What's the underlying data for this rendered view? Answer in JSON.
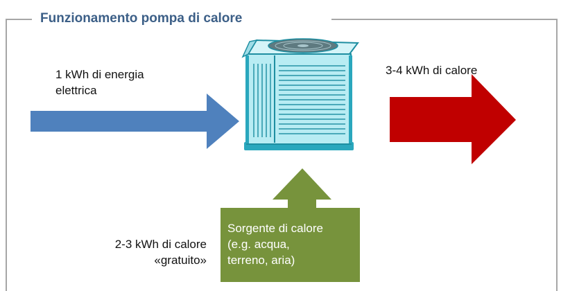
{
  "title": "Funzionamento pompa di calore",
  "input_label": "1 kWh di energia elettrica",
  "input_label_line1": "1 kWh di energia",
  "input_label_line2": "elettrica",
  "output_label": "3-4 kWh di calore",
  "free_heat_line1": "2-3 kWh di calore",
  "free_heat_line2": "«gratuito»",
  "source_line1": "Sorgente di calore",
  "source_line2": "(e.g. acqua,",
  "source_line3": "terreno, aria)",
  "colors": {
    "input_arrow": "#4f81bd",
    "output_arrow": "#c00000",
    "source_arrow": "#77933c",
    "title": "#3c5f87",
    "frame": "#a6a6a6",
    "unit_body": "#7fd6e6"
  },
  "icons": {
    "heat_pump": "heat-pump-unit-icon"
  }
}
